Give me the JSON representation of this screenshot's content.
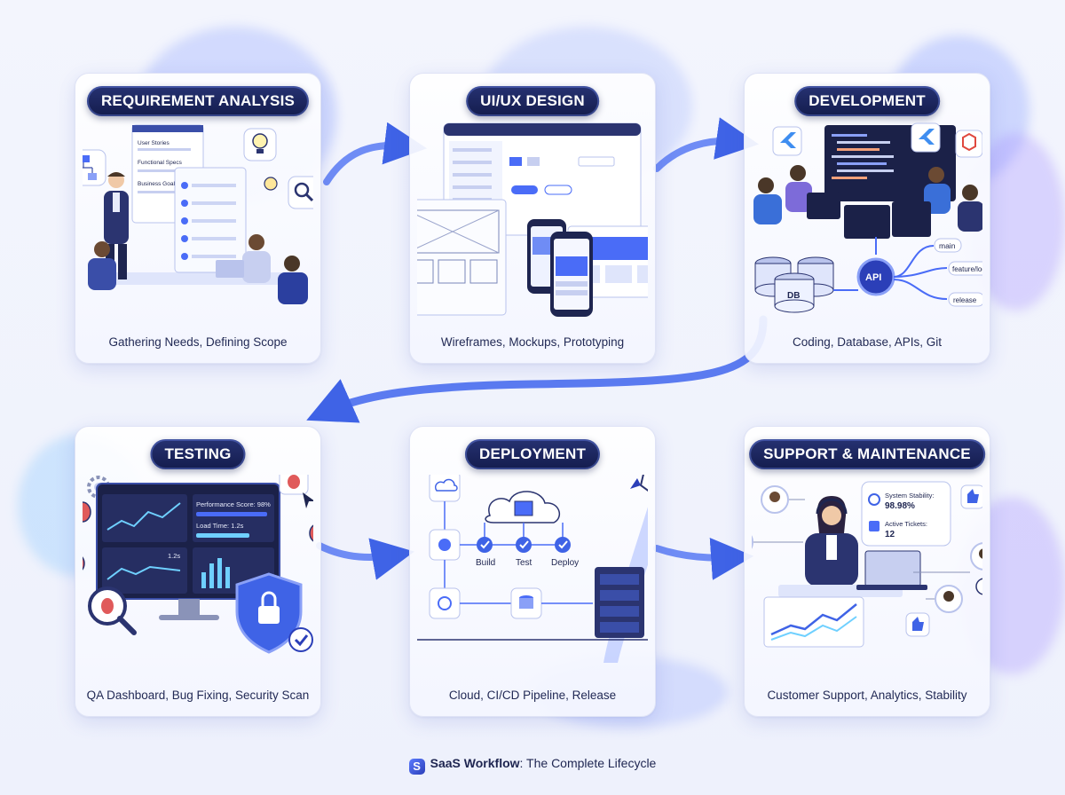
{
  "stages": [
    {
      "title": "REQUIREMENT ANALYSIS",
      "caption": "Gathering Needs, Defining Scope",
      "doc_lines": [
        "User Stories",
        "Functional Specs",
        "Business Goal"
      ]
    },
    {
      "title": "UI/UX DESIGN",
      "caption": "Wireframes, Mockups, Prototyping"
    },
    {
      "title": "DEVELOPMENT",
      "caption": "Coding, Database, APIs, Git",
      "db_label": "DB",
      "api_label": "API",
      "branches": [
        "main",
        "feature/login",
        "release"
      ]
    },
    {
      "title": "TESTING",
      "caption": "QA Dashboard, Bug Fixing, Security Scan",
      "metrics": [
        "Performance Score: 98%",
        "Load Time: 1.2s",
        "1.2s"
      ]
    },
    {
      "title": "DEPLOYMENT",
      "caption": "Cloud, CI/CD Pipeline, Release",
      "pipeline_steps": [
        "Build",
        "Test",
        "Deploy"
      ]
    },
    {
      "title": "SUPPORT & MAINTENANCE",
      "caption": "Customer Support, Analytics, Stability",
      "stats": [
        {
          "label": "System Stability:",
          "value": "98.98%"
        },
        {
          "label": "Active Tickets:",
          "value": "12"
        }
      ]
    }
  ],
  "footer": {
    "brand": "SaaS Workflow",
    "suffix": ": The Complete Lifecycle"
  },
  "colors": {
    "navy": "#141c4d",
    "accent": "#4a6cf7",
    "arrow": "#3f63e6"
  }
}
